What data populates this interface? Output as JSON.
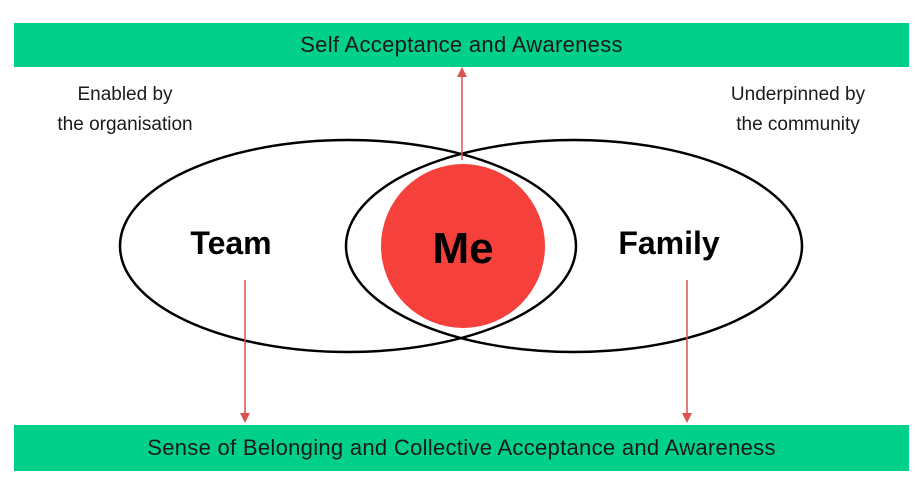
{
  "banners": {
    "top": "Self Acceptance and Awareness",
    "bottom": "Sense of Belonging and Collective Acceptance and Awareness"
  },
  "notes": {
    "left": [
      "Enabled by",
      "the organisation"
    ],
    "right": [
      "Underpinned by",
      "the community"
    ]
  },
  "nodes": {
    "left": "Team",
    "center": "Me",
    "right": "Family"
  },
  "colors": {
    "banner": "#00d08a",
    "me_circle": "#f5403c",
    "arrow": "#d9534f",
    "outline": "#000000"
  }
}
